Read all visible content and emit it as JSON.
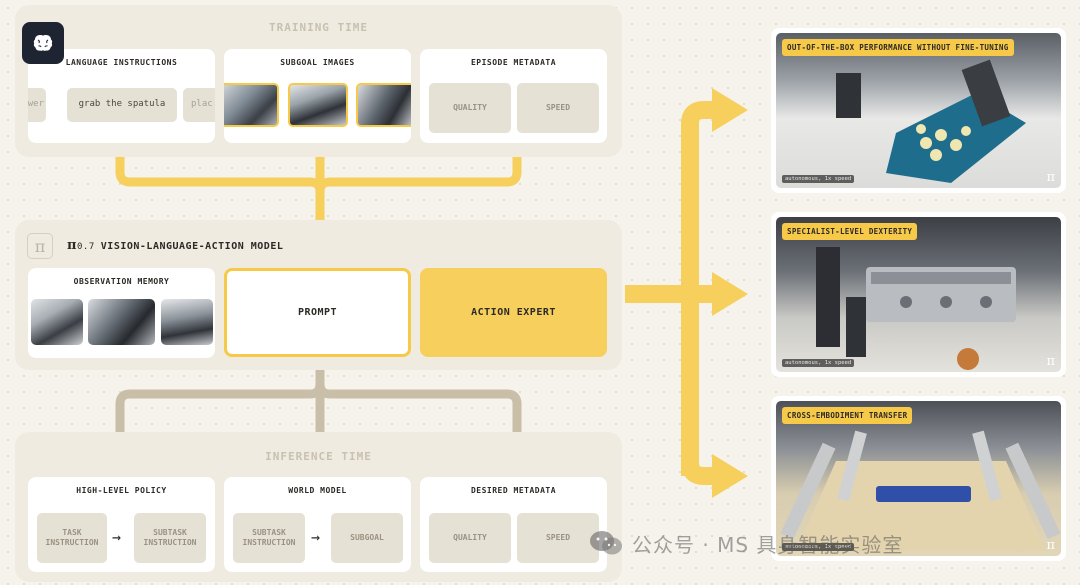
{
  "brand": {
    "icon": "brain-icon"
  },
  "training": {
    "title": "TRAINING TIME",
    "language": {
      "title": "LANGUAGE INSTRUCTIONS",
      "chips": [
        "wer",
        "grab the spatula",
        "plac"
      ]
    },
    "subgoal": {
      "title": "SUBGOAL IMAGES"
    },
    "metadata": {
      "title": "EPISODE METADATA",
      "quality": "QUALITY",
      "speed": "SPEED"
    }
  },
  "model": {
    "icon": "pi-icon",
    "title_prefix": "π",
    "title_sub": "0.7",
    "title": "VISION-LANGUAGE-ACTION MODEL",
    "observation": {
      "title": "OBSERVATION MEMORY"
    },
    "prompt": "PROMPT",
    "action_expert": "ACTION EXPERT"
  },
  "inference": {
    "title": "INFERENCE TIME",
    "policy": {
      "title": "HIGH-LEVEL POLICY",
      "task": "TASK\nINSTRUCTION",
      "subtask": "SUBTASK\nINSTRUCTION"
    },
    "world": {
      "title": "WORLD MODEL",
      "subtask": "SUBTASK\nINSTRUCTION",
      "subgoal": "SUBGOAL"
    },
    "desired": {
      "title": "DESIRED METADATA",
      "quality": "QUALITY",
      "speed": "SPEED"
    }
  },
  "outputs": [
    {
      "label": "OUT-OF-THE-BOX PERFORMANCE WITHOUT FINE-TUNING",
      "caption": "autonomous, 1x speed",
      "mark": "π"
    },
    {
      "label": "SPECIALIST-LEVEL DEXTERITY",
      "caption": "autonomous, 1x speed",
      "mark": "π"
    },
    {
      "label": "CROSS-EMBODIMENT TRANSFER",
      "caption": "autonomous, 1x speed",
      "mark": "π"
    }
  ],
  "watermark": {
    "text": "公众号 · MS 具身智能实验室"
  },
  "colors": {
    "accent": "#f7c948",
    "inference_arrow": "#c9bfa8",
    "panel": "#efebe1",
    "background": "#f6f3ec"
  }
}
